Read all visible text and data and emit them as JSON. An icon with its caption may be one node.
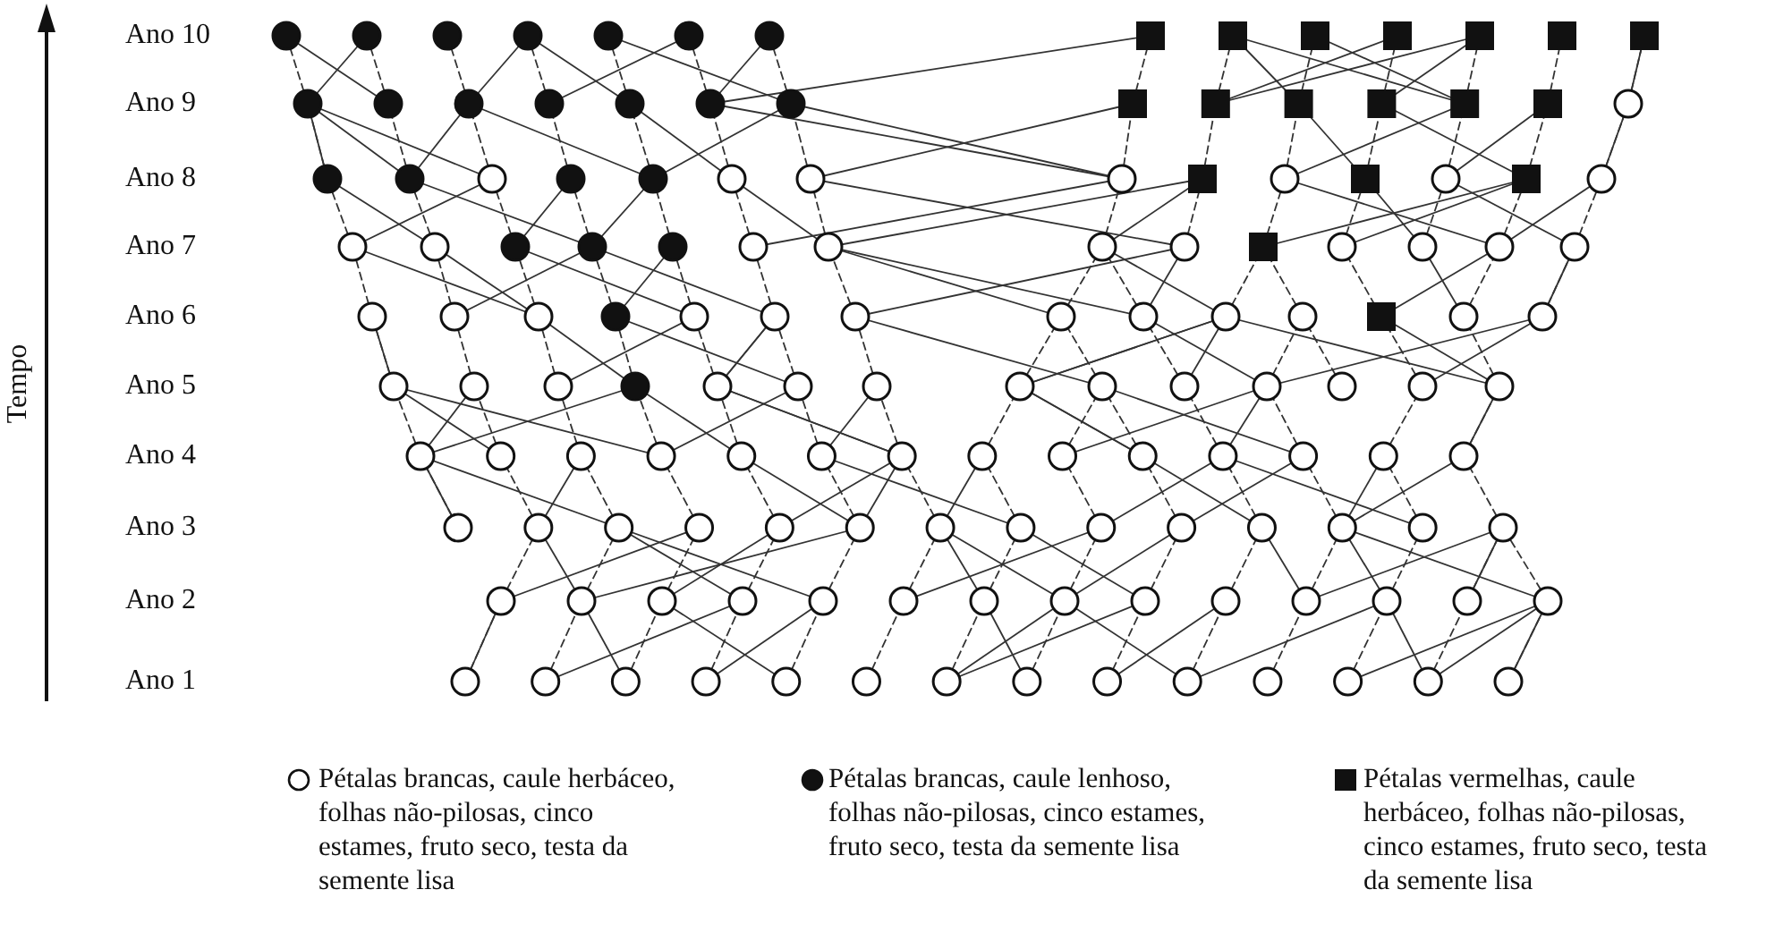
{
  "diagram": {
    "labels": [
      "Ano 10",
      "Ano 9",
      "Ano 8",
      "Ano 7",
      "Ano 6",
      "Ano 5",
      "Ano 4",
      "Ano 3",
      "Ano 2",
      "Ano 1",
      "Tempo"
    ],
    "legend": [
      {
        "text": "Pétalas brancas, caule herbáceo, folhas não-pilosas, cinco estames, fruto seco, testa da semente lisa"
      },
      {
        "text": "Pétalas brancas, caule lenhoso, folhas não-pilosas, cinco estames, fruto seco, testa da semente lisa"
      },
      {
        "text": "Pétalas vermelhas, caule herbáceo, folhas não-pilosas, cinco estames, fruto seco, testa da semente lisa"
      }
    ]
  }
}
